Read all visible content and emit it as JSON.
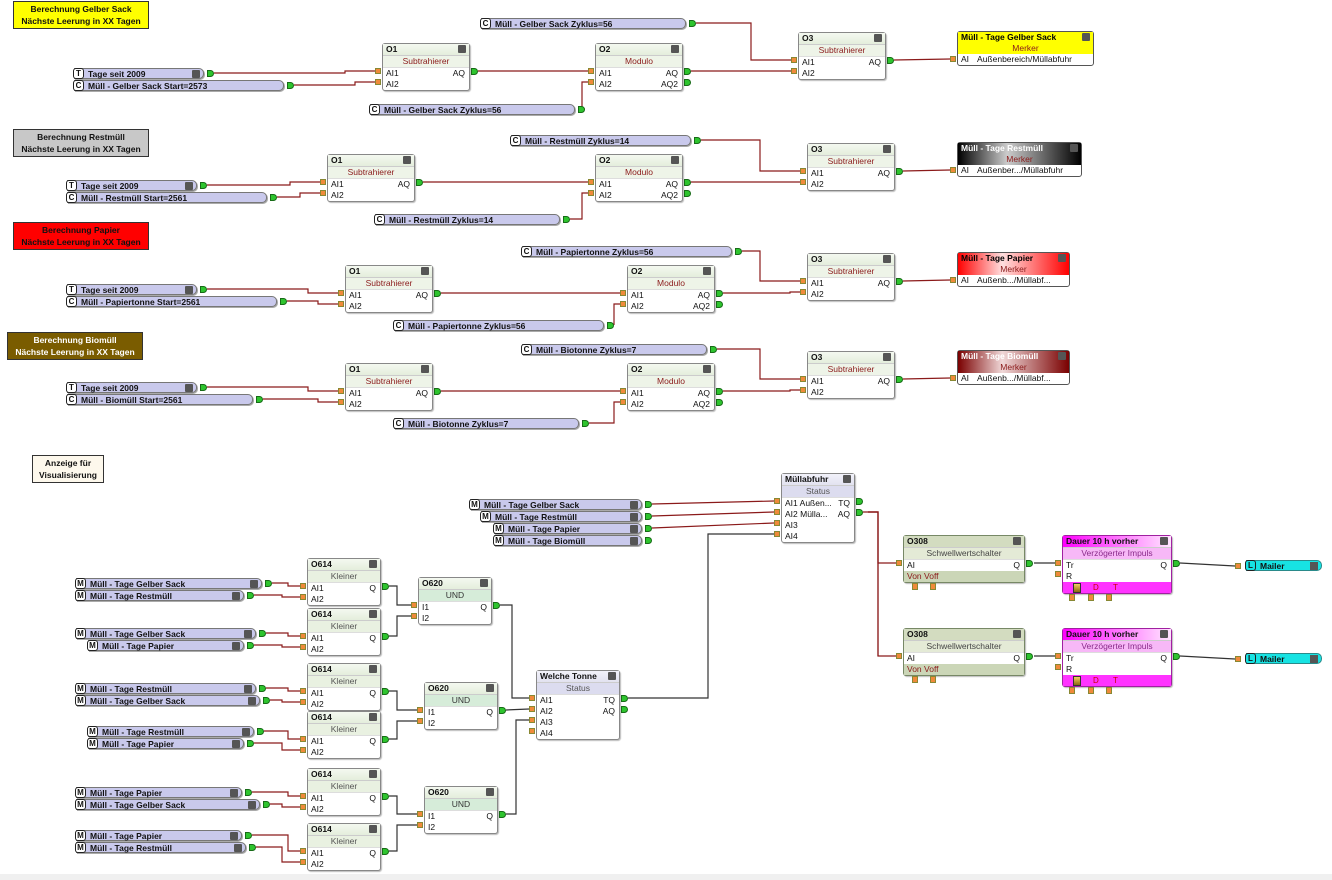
{
  "notes": {
    "gelb": {
      "line1": "Berechnung Gelber Sack",
      "line2": "Nächste Leerung in XX Tagen",
      "color": "#ffff00"
    },
    "rest": {
      "line1": "Berechnung Restmüll",
      "line2": "Nächste Leerung in XX Tagen",
      "color": "#c8c8c8"
    },
    "papier": {
      "line1": "Berechnung Papier",
      "line2": "Nächste Leerung in XX Tagen",
      "color": "#ff0000"
    },
    "bio": {
      "line1": "Berechnung Biomüll",
      "line2": "Nächste Leerung in XX Tagen",
      "color": "#7a5c00"
    },
    "anzeige": {
      "line1": "Anzeige für",
      "line2": "Visualisierung",
      "color": "#fdf8ec"
    }
  },
  "sections": [
    {
      "tage": {
        "tag": "T",
        "label": "Tage seit 2009"
      },
      "start": {
        "tag": "C",
        "label": "Müll - Gelber Sack Start=2573"
      },
      "zyklus_top": {
        "tag": "C",
        "label": "Müll - Gelber Sack Zyklus=56"
      },
      "zyklus_bottom": {
        "tag": "C",
        "label": "Müll - Gelber Sack Zyklus=56"
      },
      "o1": {
        "id": "O1",
        "type": "Subtrahierer",
        "in": [
          "AI1",
          "AI2"
        ],
        "out": [
          "AQ"
        ]
      },
      "o2": {
        "id": "O2",
        "type": "Modulo",
        "in": [
          "AI1",
          "AI2"
        ],
        "out": [
          "AQ",
          "AQ2"
        ]
      },
      "o3": {
        "id": "O3",
        "type": "Subtrahierer",
        "in": [
          "AI1",
          "AI2"
        ],
        "out": [
          "AQ"
        ]
      },
      "merker": {
        "title": "Müll - Tage Gelber Sack",
        "type": "Merker",
        "in": "AI",
        "value": "Außenbereich/Müllabfuhr"
      }
    },
    {
      "tage": {
        "tag": "T",
        "label": "Tage seit 2009"
      },
      "start": {
        "tag": "C",
        "label": "Müll - Restmüll Start=2561"
      },
      "zyklus_top": {
        "tag": "C",
        "label": "Müll - Restmüll Zyklus=14"
      },
      "zyklus_bottom": {
        "tag": "C",
        "label": "Müll - Restmüll Zyklus=14"
      },
      "o1": {
        "id": "O1",
        "type": "Subtrahierer",
        "in": [
          "AI1",
          "AI2"
        ],
        "out": [
          "AQ"
        ]
      },
      "o2": {
        "id": "O2",
        "type": "Modulo",
        "in": [
          "AI1",
          "AI2"
        ],
        "out": [
          "AQ",
          "AQ2"
        ]
      },
      "o3": {
        "id": "O3",
        "type": "Subtrahierer",
        "in": [
          "AI1",
          "AI2"
        ],
        "out": [
          "AQ"
        ]
      },
      "merker": {
        "title": "Müll - Tage Restmüll",
        "type": "Merker",
        "in": "AI",
        "value": "Außenber.../Müllabfuhr"
      }
    },
    {
      "tage": {
        "tag": "T",
        "label": "Tage seit 2009"
      },
      "start": {
        "tag": "C",
        "label": "Müll - Papiertonne Start=2561"
      },
      "zyklus_top": {
        "tag": "C",
        "label": "Müll - Papiertonne Zyklus=56"
      },
      "zyklus_bottom": {
        "tag": "C",
        "label": "Müll - Papiertonne Zyklus=56"
      },
      "o1": {
        "id": "O1",
        "type": "Subtrahierer",
        "in": [
          "AI1",
          "AI2"
        ],
        "out": [
          "AQ"
        ]
      },
      "o2": {
        "id": "O2",
        "type": "Modulo",
        "in": [
          "AI1",
          "AI2"
        ],
        "out": [
          "AQ",
          "AQ2"
        ]
      },
      "o3": {
        "id": "O3",
        "type": "Subtrahierer",
        "in": [
          "AI1",
          "AI2"
        ],
        "out": [
          "AQ"
        ]
      },
      "merker": {
        "title": "Müll - Tage Papier",
        "type": "Merker",
        "in": "AI",
        "value": "Außenb.../Müllabf..."
      }
    },
    {
      "tage": {
        "tag": "T",
        "label": "Tage seit 2009"
      },
      "start": {
        "tag": "C",
        "label": "Müll - Biomüll Start=2561"
      },
      "zyklus_top": {
        "tag": "C",
        "label": "Müll - Biotonne Zyklus=7"
      },
      "zyklus_bottom": {
        "tag": "C",
        "label": "Müll - Biotonne Zyklus=7"
      },
      "o1": {
        "id": "O1",
        "type": "Subtrahierer",
        "in": [
          "AI1",
          "AI2"
        ],
        "out": [
          "AQ"
        ]
      },
      "o2": {
        "id": "O2",
        "type": "Modulo",
        "in": [
          "AI1",
          "AI2"
        ],
        "out": [
          "AQ",
          "AQ2"
        ]
      },
      "o3": {
        "id": "O3",
        "type": "Subtrahierer",
        "in": [
          "AI1",
          "AI2"
        ],
        "out": [
          "AQ"
        ]
      },
      "merker": {
        "title": "Müll - Tage Biomüll",
        "type": "Merker",
        "in": "AI",
        "value": "Außenb.../Müllabf..."
      }
    }
  ],
  "muellabfuhr": {
    "inputs": [
      {
        "tag": "M",
        "label": "Müll - Tage Gelber Sack"
      },
      {
        "tag": "M",
        "label": "Müll - Tage Restmüll"
      },
      {
        "tag": "M",
        "label": "Müll - Tage Papier"
      },
      {
        "tag": "M",
        "label": "Müll - Tage Biomüll"
      }
    ],
    "block": {
      "id": "Müllabfuhr",
      "type": "Status",
      "in": [
        "AI1 Außen...",
        "AI2 Mülla...",
        "AI3",
        "AI4"
      ],
      "out": [
        "TQ",
        "AQ"
      ]
    }
  },
  "compare": {
    "pairs": [
      {
        "a": {
          "tag": "M",
          "label": "Müll - Tage Gelber Sack"
        },
        "b": {
          "tag": "M",
          "label": "Müll - Tage Restmüll"
        }
      },
      {
        "a": {
          "tag": "M",
          "label": "Müll - Tage Gelber Sack"
        },
        "b": {
          "tag": "M",
          "label": "Müll - Tage Papier"
        }
      },
      {
        "a": {
          "tag": "M",
          "label": "Müll - Tage Restmüll"
        },
        "b": {
          "tag": "M",
          "label": "Müll - Tage Gelber Sack"
        }
      },
      {
        "a": {
          "tag": "M",
          "label": "Müll - Tage Restmüll"
        },
        "b": {
          "tag": "M",
          "label": "Müll - Tage Papier"
        }
      },
      {
        "a": {
          "tag": "M",
          "label": "Müll - Tage Papier"
        },
        "b": {
          "tag": "M",
          "label": "Müll - Tage Gelber Sack"
        }
      },
      {
        "a": {
          "tag": "M",
          "label": "Müll - Tage Papier"
        },
        "b": {
          "tag": "M",
          "label": "Müll - Tage Restmüll"
        }
      }
    ],
    "kleiner": {
      "id": "O614",
      "type": "Kleiner",
      "in": [
        "AI1",
        "AI2"
      ],
      "out": "Q"
    },
    "und": {
      "id": "O620",
      "type": "UND",
      "in": [
        "I1",
        "I2"
      ],
      "out": "Q"
    },
    "welche": {
      "id": "Welche Tonne",
      "type": "Status",
      "in": [
        "AI1",
        "AI2",
        "AI3",
        "AI4"
      ],
      "out": [
        "TQ",
        "AQ"
      ]
    }
  },
  "outputs": [
    {
      "switch": {
        "id": "O308",
        "type": "Schwellwertschalter",
        "in": "AI",
        "out": "Q",
        "footer": "Von Voff"
      },
      "impulse": {
        "id": "Dauer 10 h vorher",
        "type": "Verzögerter Impuls",
        "in": [
          "Tr",
          "R"
        ],
        "out": "Q",
        "footer_d": "D",
        "footer_t": "T"
      },
      "mailer": {
        "tag": "L",
        "label": "Mailer"
      }
    },
    {
      "switch": {
        "id": "O308",
        "type": "Schwellwertschalter",
        "in": "AI",
        "out": "Q",
        "footer": "Von Voff"
      },
      "impulse": {
        "id": "Dauer 10 h vorher",
        "type": "Verzögerter Impuls",
        "in": [
          "Tr",
          "R"
        ],
        "out": "Q",
        "footer_d": "D",
        "footer_t": "T"
      },
      "mailer": {
        "tag": "L",
        "label": "Mailer"
      }
    }
  ],
  "colors": {
    "wire": "#8b1a1a",
    "wire_dark": "#333333",
    "param_bg": "#c9c9ec",
    "pin_in": "#f08a3a",
    "pin_out": "#2ec42e"
  }
}
